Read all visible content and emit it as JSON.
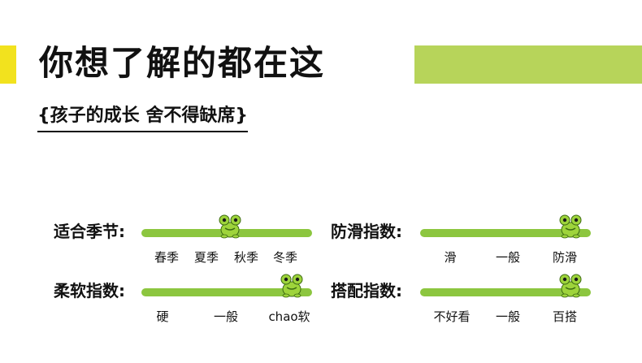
{
  "colors": {
    "accent_yellow": "#f2e21e",
    "accent_green": "#b7d45a",
    "track_green": "#8cc63f",
    "frog_green": "#9ed43b",
    "frog_dark": "#3d6b12"
  },
  "headline": "你想了解的都在这",
  "subheading": "{孩子的成长  舍不得缺席}",
  "ratings": [
    {
      "label": "适合季节:",
      "options": [
        "春季",
        "夏季",
        "秋季",
        "冬季"
      ],
      "marker_position": 0.52,
      "icon": "frog-icon"
    },
    {
      "label": "防滑指数:",
      "options": [
        "滑",
        "一般",
        "防滑"
      ],
      "marker_position": 0.88,
      "icon": "frog-icon"
    },
    {
      "label": "柔软指数:",
      "options": [
        "硬",
        "一般",
        "chao软"
      ],
      "marker_position": 0.88,
      "icon": "frog-icon"
    },
    {
      "label": "搭配指数:",
      "options": [
        "不好看",
        "一般",
        "百搭"
      ],
      "marker_position": 0.88,
      "icon": "frog-icon"
    }
  ]
}
